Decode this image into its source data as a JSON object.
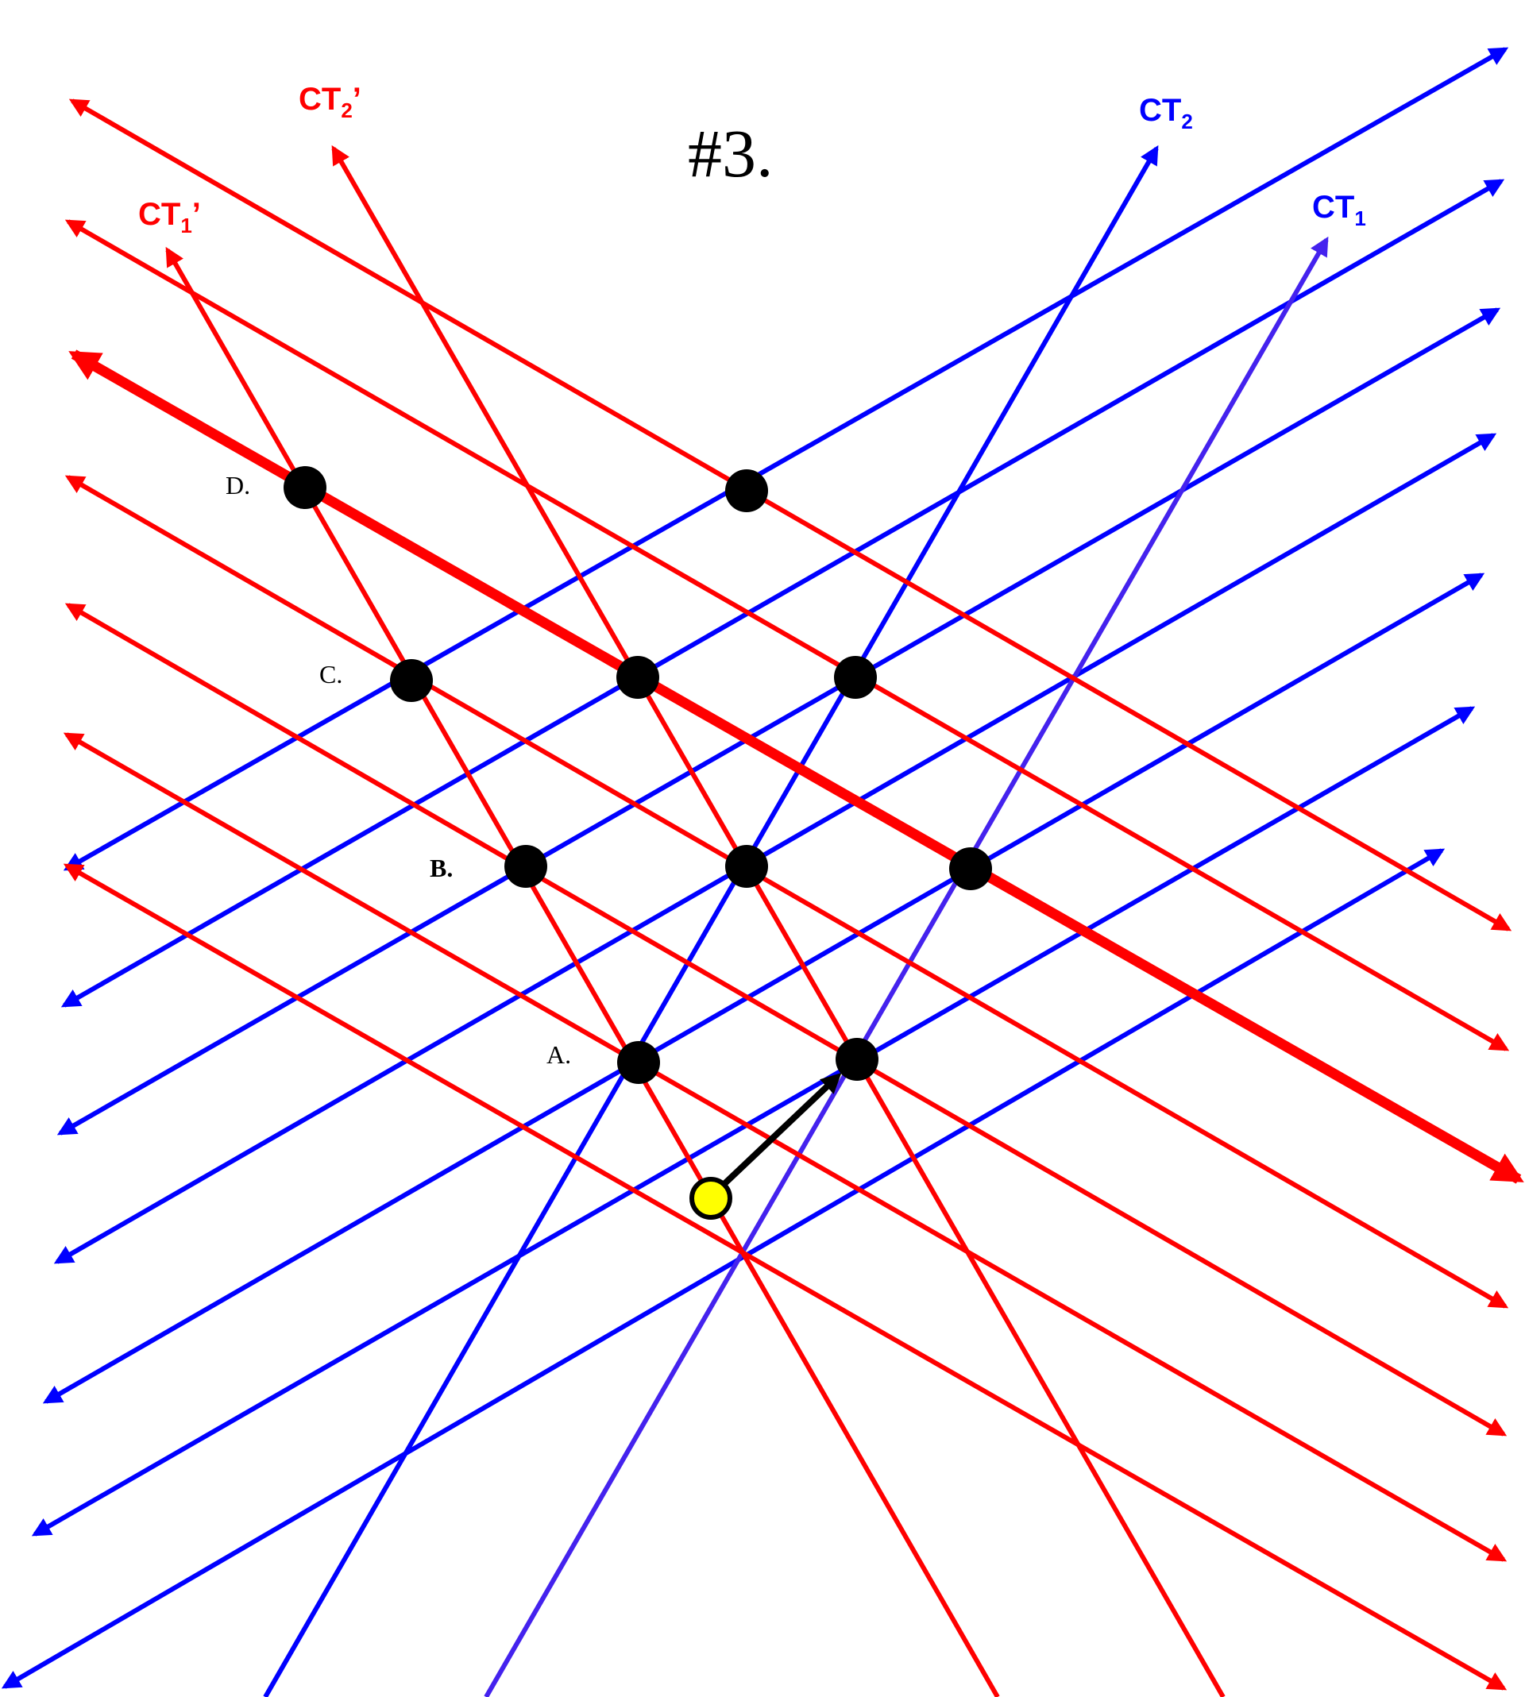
{
  "title": "#3.",
  "colors": {
    "red": "#ff0000",
    "blue": "#0000ff",
    "violet": "#4422ee",
    "black": "#000000",
    "yellow": "#ffff00"
  },
  "axis_labels": {
    "ct1": {
      "main": "CT",
      "sub": "1",
      "suffix": ""
    },
    "ct2": {
      "main": "CT",
      "sub": "2",
      "suffix": ""
    },
    "ct1p": {
      "main": "CT",
      "sub": "1",
      "suffix": "’"
    },
    "ct2p": {
      "main": "CT",
      "sub": "2",
      "suffix": "’"
    }
  },
  "point_labels": {
    "a": "A.",
    "b": "B.",
    "c": "C.",
    "d": "D."
  }
}
